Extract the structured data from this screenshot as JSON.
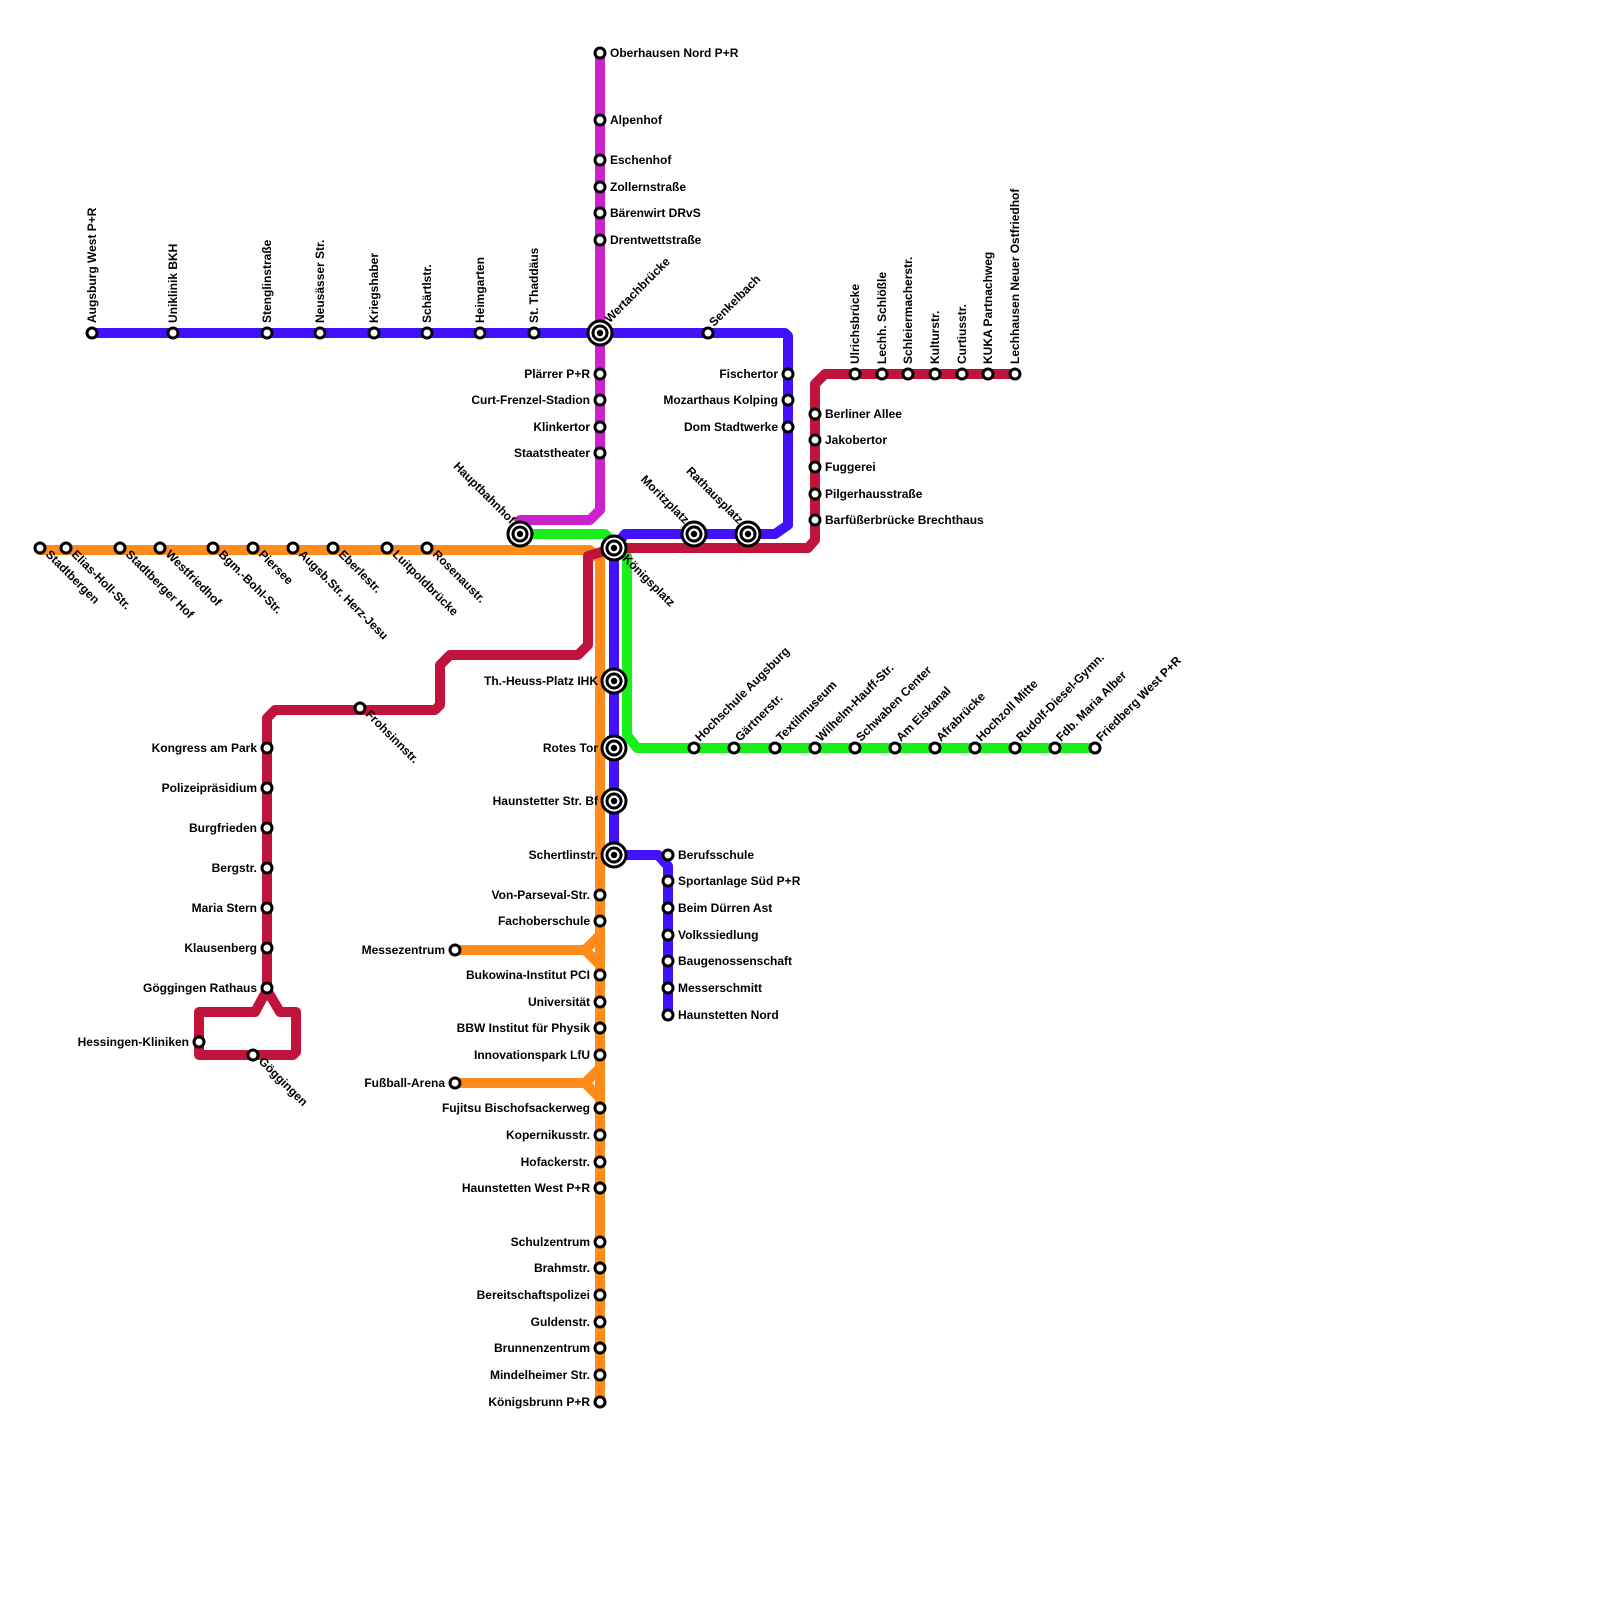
{
  "colors": {
    "orange": "#ff8c1a",
    "magenta": "#cc22cc",
    "blue": "#4411ff",
    "crimson": "#c0143c",
    "green": "#19f019",
    "stroke": "#000000"
  },
  "stations": {
    "oberhausen_nord": "Oberhausen Nord P+R",
    "alpenhof": "Alpenhof",
    "eschenhof": "Eschenhof",
    "zollernstrasse": "Zollernstraße",
    "baerenwirt": "Bärenwirt DRvS",
    "drentwett": "Drentwettstraße",
    "wertachbruecke": "Wertachbrücke",
    "plaerrer": "Plärrer P+R",
    "curt_frenzel": "Curt-Frenzel-Stadion",
    "klinkertor": "Klinkertor",
    "staatstheater": "Staatstheater",
    "augsburg_west": "Augsburg West P+R",
    "uniklinik": "Uniklinik BKH",
    "stenglinstrasse": "Stenglinstraße",
    "neusaesser": "Neusässer Str.",
    "kriegshaber": "Kriegshaber",
    "schaertlstr": "Schärtlstr.",
    "heimgarten": "Heimgarten",
    "st_thaddaeus": "St. Thaddäus",
    "senkelbach": "Senkelbach",
    "fischertor": "Fischertor",
    "mozarthaus": "Mozarthaus Kolping",
    "dom": "Dom Stadtwerke",
    "hauptbahnhof": "Hauptbahnhof",
    "moritzplatz": "Moritzplatz",
    "rathausplatz": "Rathausplatz",
    "koenigsplatz": "Königsplatz",
    "ulrichsbruecke": "Ulrichsbrücke",
    "lechh_schloessle": "Lechh. Schlößle",
    "schleiermacher": "Schleiermacherstr.",
    "kulturstr": "Kulturstr.",
    "curtiusstr": "Curtiusstr.",
    "kuka": "KUKA Partnachweg",
    "lechhausen": "Lechhausen Neuer Ostfriedhof",
    "berliner_allee": "Berliner Allee",
    "jakobertor": "Jakobertor",
    "fuggerei": "Fuggerei",
    "pilgerhaus": "Pilgerhausstraße",
    "barfuesser": "Barfüßerbrücke Brechthaus",
    "stadtbergen": "Stadtbergen",
    "elias_holl": "Elias-Holl-Str.",
    "stadtberger_hof": "Stadtberger Hof",
    "westfriedhof": "Westfriedhof",
    "bgm_bohl": "Bgm.-Bohl-Str.",
    "piersee": "Piersee",
    "herz_jesu": "Augsb.Str. Herz-Jesu",
    "eberlestr": "Eberlestr.",
    "luitpold": "Luitpoldbrücke",
    "rosenaustr": "Rosenaustr.",
    "th_heuss": "Th.-Heuss-Platz IHK",
    "rotes_tor": "Rotes Tor",
    "haunstetter_bf": "Haunstetter Str. Bf",
    "schertlinstr": "Schertlinstr.",
    "berufsschule": "Berufsschule",
    "sportanlage": "Sportanlage Süd P+R",
    "beim_duerren": "Beim Dürren Ast",
    "volkssiedlung": "Volkssiedlung",
    "baugenossenschaft": "Baugenossenschaft",
    "messerschmitt": "Messerschmitt",
    "haunstetten_nord": "Haunstetten Nord",
    "hochschule": "Hochschule Augsburg",
    "gaertnerstr": "Gärtnerstr.",
    "textilmuseum": "Textilmuseum",
    "wilhelm_hauff": "Wilhelm-Hauff-Str.",
    "schwaben_center": "Schwaben Center",
    "am_eiskanal": "Am Eiskanal",
    "afrabruecke": "Afrabrücke",
    "hochzoll_mitte": "Hochzoll Mitte",
    "rudolf_diesel": "Rudolf-Diesel-Gymn.",
    "fdb_maria_alber": "Fdb. Maria Alber",
    "friedberg_west": "Friedberg West P+R",
    "frohsinnstr": "Frohsinnstr.",
    "kongress": "Kongress am Park",
    "polizeipraesidium": "Polizeipräsidium",
    "burgfrieden": "Burgfrieden",
    "bergstr": "Bergstr.",
    "maria_stern": "Maria Stern",
    "klausenberg": "Klausenberg",
    "goeggingen_rathaus": "Göggingen Rathaus",
    "hessingen": "Hessingen-Kliniken",
    "goeggingen": "Göggingen",
    "von_parseval": "Von-Parseval-Str.",
    "fachoberschule": "Fachoberschule",
    "messezentrum": "Messezentrum",
    "bukowina": "Bukowina-Institut PCI",
    "universitaet": "Universität",
    "bbw": "BBW Institut für Physik",
    "innovationspark": "Innovationspark LfU",
    "fussball_arena": "Fußball-Arena",
    "fujitsu": "Fujitsu Bischofsackerweg",
    "kopernikus": "Kopernikusstr.",
    "hofacker": "Hofackerstr.",
    "haunstetten_west": "Haunstetten West P+R",
    "schulzentrum": "Schulzentrum",
    "brahmstr": "Brahmstr.",
    "bereitschaftspolizei": "Bereitschaftspolizei",
    "guldenstr": "Guldenstr.",
    "brunnenzentrum": "Brunnenzentrum",
    "mindelheimer": "Mindelheimer Str.",
    "koenigsbrunn": "Königsbrunn P+R"
  }
}
